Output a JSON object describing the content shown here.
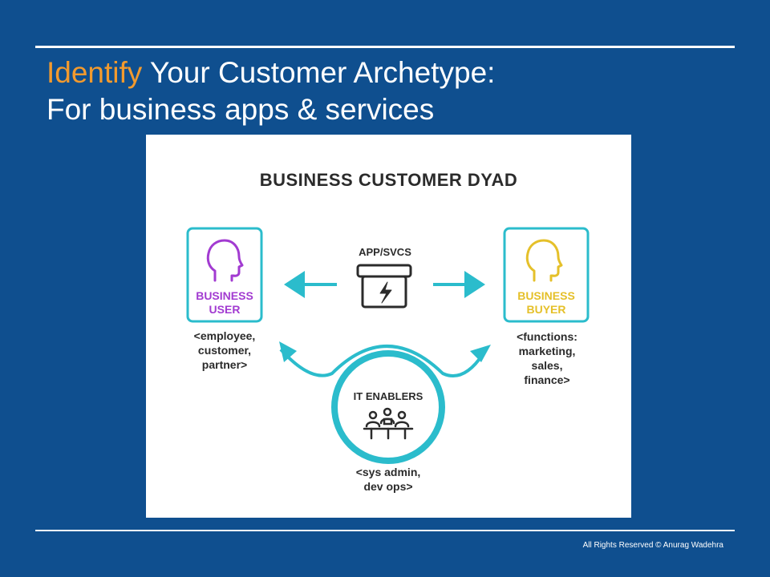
{
  "slide": {
    "title_accent": "Identify",
    "title_rest": " Your Customer Archetype:",
    "subtitle": "For business apps & services",
    "footer": "All Rights Reserved © Anurag Wadehra"
  },
  "diagram": {
    "title": "BUSINESS CUSTOMER DYAD",
    "app_label": "APP/SVCS",
    "user": {
      "line1": "BUSINESS",
      "line2": "USER",
      "desc": [
        "<employee,",
        "customer,",
        "partner>"
      ]
    },
    "buyer": {
      "line1": "BUSINESS",
      "line2": "BUYER",
      "desc": [
        "<functions:",
        "marketing,",
        "sales,",
        "finance>"
      ]
    },
    "enablers": {
      "label": "IT ENABLERS",
      "desc": [
        "<sys admin,",
        "dev ops>"
      ]
    },
    "colors": {
      "teal": "#2bbccc",
      "purple": "#a23bd1",
      "gold": "#e5c02a",
      "dark": "#2b2b2b"
    }
  }
}
